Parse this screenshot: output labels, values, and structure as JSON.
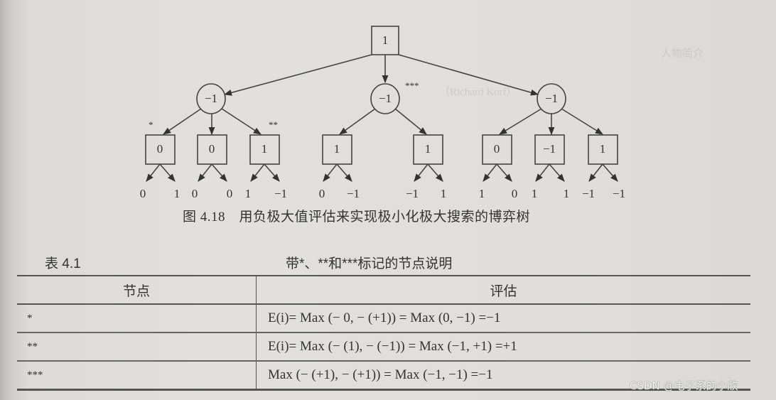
{
  "tree": {
    "root": {
      "value": "1",
      "shape": "square"
    },
    "min_nodes": [
      {
        "value": "−1",
        "marker": ""
      },
      {
        "value": "−1",
        "marker": "***"
      },
      {
        "value": "−1",
        "marker": ""
      }
    ],
    "max_nodes": [
      {
        "value": "0",
        "marker": "*"
      },
      {
        "value": "0",
        "marker": ""
      },
      {
        "value": "1",
        "marker": "**"
      },
      {
        "value": "1",
        "marker": ""
      },
      {
        "value": "1",
        "marker": ""
      },
      {
        "value": "0",
        "marker": ""
      },
      {
        "value": "−1",
        "marker": ""
      },
      {
        "value": "1",
        "marker": ""
      }
    ],
    "leaves": [
      "0",
      "1",
      "0",
      "0",
      "1",
      "−1",
      "0",
      "−1",
      "−1",
      "1",
      "1",
      "0",
      "1",
      "1",
      "−1",
      "−1"
    ]
  },
  "figure_caption": "图 4.18　用负极大值评估来实现极小化极大搜索的博弈树",
  "table": {
    "number": "表 4.1",
    "title": "带*、**和***标记的节点说明",
    "headers": [
      "节点",
      "评估"
    ],
    "rows": [
      {
        "node": "*",
        "evaluation": "E(i)= Max (− 0, − (+1)) = Max (0, −1) =−1"
      },
      {
        "node": "**",
        "evaluation": "E(i)= Max (− (1), − (−1)) = Max (−1, +1) =+1"
      },
      {
        "node": "***",
        "evaluation": "Max (− (+1), − (+1)) = Max (−1, −1) =−1"
      }
    ]
  },
  "watermark": "CSDN @电子系的小欣",
  "colors": {
    "ink": "#333333",
    "paper": "#e1ded9"
  }
}
